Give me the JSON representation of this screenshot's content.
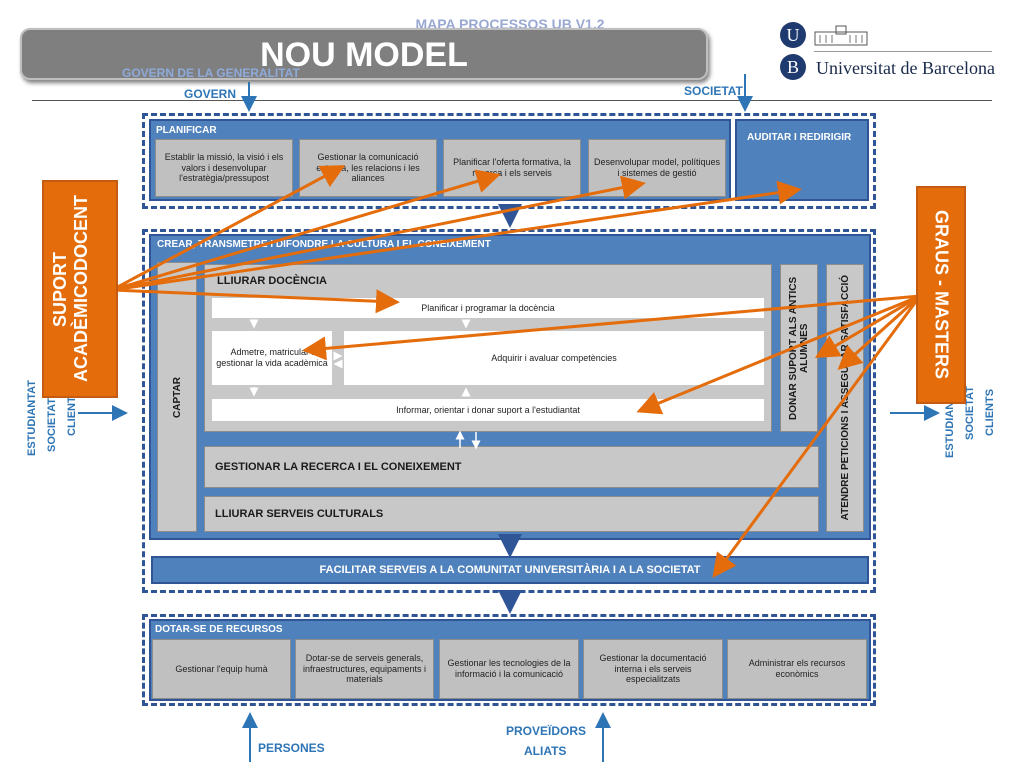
{
  "header": {
    "top_title": "MAPA PROCESSOS UB V1.2",
    "banner": "NOU MODEL",
    "govern_generalitat": "GOVERN DE LA GENERALITAT",
    "govern": "GOVERN",
    "societat": "SOCIETAT",
    "logo_letter": "U",
    "logo_letter_b": "B",
    "university": "Universitat de Barcelona"
  },
  "planificar": {
    "title": "PLANIFICAR",
    "items": [
      "Establir la missió, la visió i els valors i desenvolupar l'estratègia/pressupost",
      "Gestionar la comunicació externa, les relacions i les aliances",
      "Planificar l'oferta formativa, la recerca i els serveis",
      "Desenvolupar model, polítiques i sistemes de gestió"
    ],
    "auditar": "AUDITAR I REDIRIGIR"
  },
  "crear": {
    "title": "CREAR, TRANSMETRE I DIFONDRE LA CULTURA I EL CONEIXEMENT",
    "captar": "CAPTAR",
    "docencia_title": "LLIURAR DOCÈNCIA",
    "planificar_doc": "Planificar i programar la docència",
    "admetre": "Admetre, matricular i gestionar la vida acadèmica",
    "adquirir": "Adquirir i avaluar competències",
    "informar": "Informar, orientar i donar suport a l'estudiantat",
    "recerca": "GESTIONAR LA RECERCA I EL CONEIXEMENT",
    "culturals": "LLIURAR SERVEIS CULTURALS",
    "antics": "DONAR SUPORT ALS ANTICS ALUMNES",
    "atendre": "ATENDRE PETICIONS I ASSEGURAR SATISFACCIÓ"
  },
  "facilitar": "FACILITAR SERVEIS A LA COMUNITAT UNIVERSITÀRIA I A LA SOCIETAT",
  "dotar": {
    "title": "DOTAR-SE DE RECURSOS",
    "items": [
      "Gestionar l'equip humà",
      "Dotar-se de serveis generals, infraestructures, equipaments i materials",
      "Gestionar les tecnologies de la informació i la comunicació",
      "Gestionar la documentació interna i els serveis especialitzats",
      "Administrar els recursos econòmics"
    ]
  },
  "left_side": {
    "estudiantat": "ESTUDIANTAT",
    "societat": "SOCIETAT",
    "clients": "CLIENTS"
  },
  "right_side": {
    "estudiantat": "ESTUDIANTAT",
    "societat": "SOCIETAT",
    "clients": "CLIENTS"
  },
  "bottom": {
    "persones": "PERSONES",
    "proveidors": "PROVEÏDORS",
    "aliats": "ALIATS"
  },
  "callouts": {
    "suport": "SUPORT ACADÈMICODOCENT",
    "graus": "GRAUS - MASTERS"
  },
  "colors": {
    "accent_orange": "#e46c0a",
    "process_blue": "#4f81bd",
    "border_blue": "#2f5597",
    "text_blue": "#2e75b6"
  }
}
